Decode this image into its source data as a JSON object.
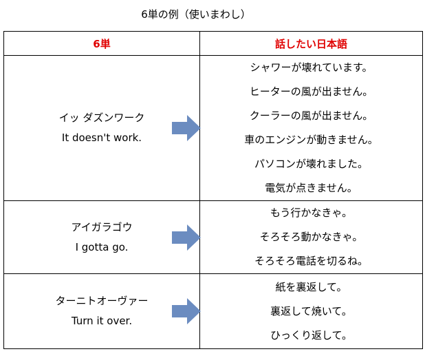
{
  "title": "6単の例（使いまわし）",
  "header": {
    "col_left": "6単",
    "col_right": "話したい日本語"
  },
  "colors": {
    "header_text": "#e00000",
    "arrow": "#6b8cc0"
  },
  "rows": [
    {
      "katakana": "イッ ダズンワーク",
      "english": "It doesn't work.",
      "arrow_icon": "right-arrow-icon",
      "sentences": [
        "シャワーが壊れています。",
        "ヒーターの風が出ません。",
        "クーラーの風が出ません。",
        "車のエンジンが動きません。",
        "パソコンが壊れました。",
        "電気が点きません。"
      ]
    },
    {
      "katakana": "アイガラゴウ",
      "english": "I gotta go.",
      "arrow_icon": "right-arrow-icon",
      "sentences": [
        "もう行かなきゃ。",
        "そろそろ動かなきゃ。",
        "そろそろ電話を切るね。"
      ]
    },
    {
      "katakana": "ターニトオーヴァー",
      "english": "Turn it over.",
      "arrow_icon": "right-arrow-icon",
      "sentences": [
        "紙を裏返して。",
        "裏返して焼いて。",
        "ひっくり返して。"
      ]
    }
  ]
}
